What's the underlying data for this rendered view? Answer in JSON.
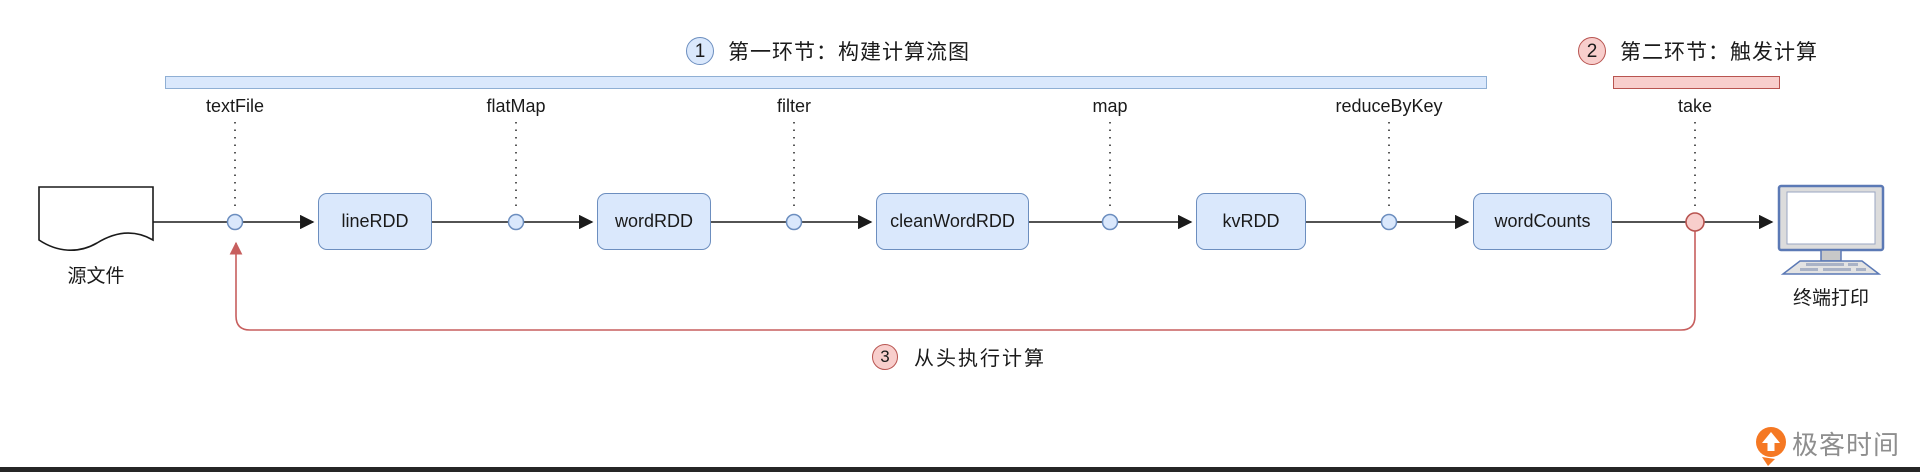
{
  "stage1": {
    "badge": "1",
    "label": "第一环节：构建计算流图"
  },
  "stage2": {
    "badge": "2",
    "label": "第二环节：触发计算"
  },
  "stage3": {
    "badge": "3",
    "label": "从头执行计算"
  },
  "source_node": {
    "label": "源文件"
  },
  "sink_node": {
    "label": "终端打印"
  },
  "operators": [
    {
      "name": "textFile"
    },
    {
      "name": "flatMap"
    },
    {
      "name": "filter"
    },
    {
      "name": "map"
    },
    {
      "name": "reduceByKey"
    },
    {
      "name": "take"
    }
  ],
  "rdds": [
    {
      "name": "lineRDD"
    },
    {
      "name": "wordRDD"
    },
    {
      "name": "cleanWordRDD"
    },
    {
      "name": "kvRDD"
    },
    {
      "name": "wordCounts"
    }
  ],
  "watermark": {
    "text": "极客时间"
  },
  "colors": {
    "blue_fill": "#dae8fc",
    "blue_stroke": "#6c8ebf",
    "red_fill": "#f8cecc",
    "red_stroke": "#b85450",
    "loop_red": "#c75f5e",
    "line_black": "#1a1a1a",
    "dotted_gray": "#595959",
    "logo_orange": "#f57823",
    "watermark_gray": "#8e8e8e"
  }
}
